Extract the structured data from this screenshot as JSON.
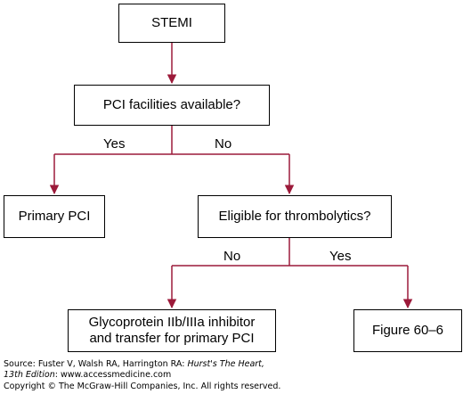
{
  "nodes": {
    "stemi": "STEMI",
    "pci_available": "PCI facilities available?",
    "primary_pci": "Primary PCI",
    "eligible_thrombolytics": "Eligible for thrombolytics?",
    "gp_line1": "Glycoprotein IIb/IIIa inhibitor",
    "gp_line2": "and transfer for primary PCI",
    "figure": "Figure 60–6"
  },
  "edges": {
    "pci_yes": "Yes",
    "pci_no": "No",
    "elig_no": "No",
    "elig_yes": "Yes"
  },
  "colors": {
    "arrow": "#9c1a3a",
    "border": "#000000"
  },
  "footer": {
    "source_prefix": "Source: Fuster V, Walsh RA, Harrington RA: ",
    "source_title": "Hurst's The Heart,",
    "edition": "13th Edition",
    "edition_suffix": ": www.accessmedicine.com",
    "copyright": "Copyright © The McGraw-Hill Companies, Inc. All rights reserved."
  }
}
